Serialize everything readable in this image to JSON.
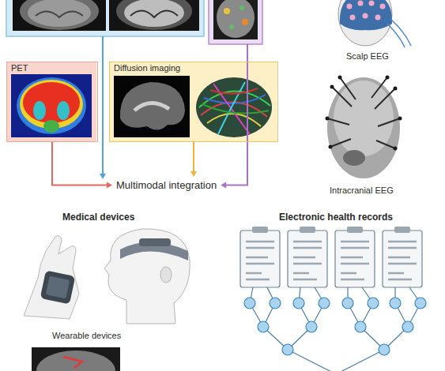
{
  "diagram": {
    "nodes": [
      {
        "text": [
          "PET"
        ]
      },
      {
        "text": [
          "Diffusion imaging"
        ]
      },
      {
        "text": [
          "Multimodal integration"
        ]
      }
    ],
    "edges": [
      {
        "from": 0,
        "to": 2,
        "arrow": "to"
      },
      {
        "from": 1,
        "to": 2,
        "arrow": "to"
      }
    ],
    "labels": [
      "Scalp EEG",
      "Intracranial EEG",
      "Medical devices",
      "Electronic health records",
      "Wearable devices"
    ]
  }
}
